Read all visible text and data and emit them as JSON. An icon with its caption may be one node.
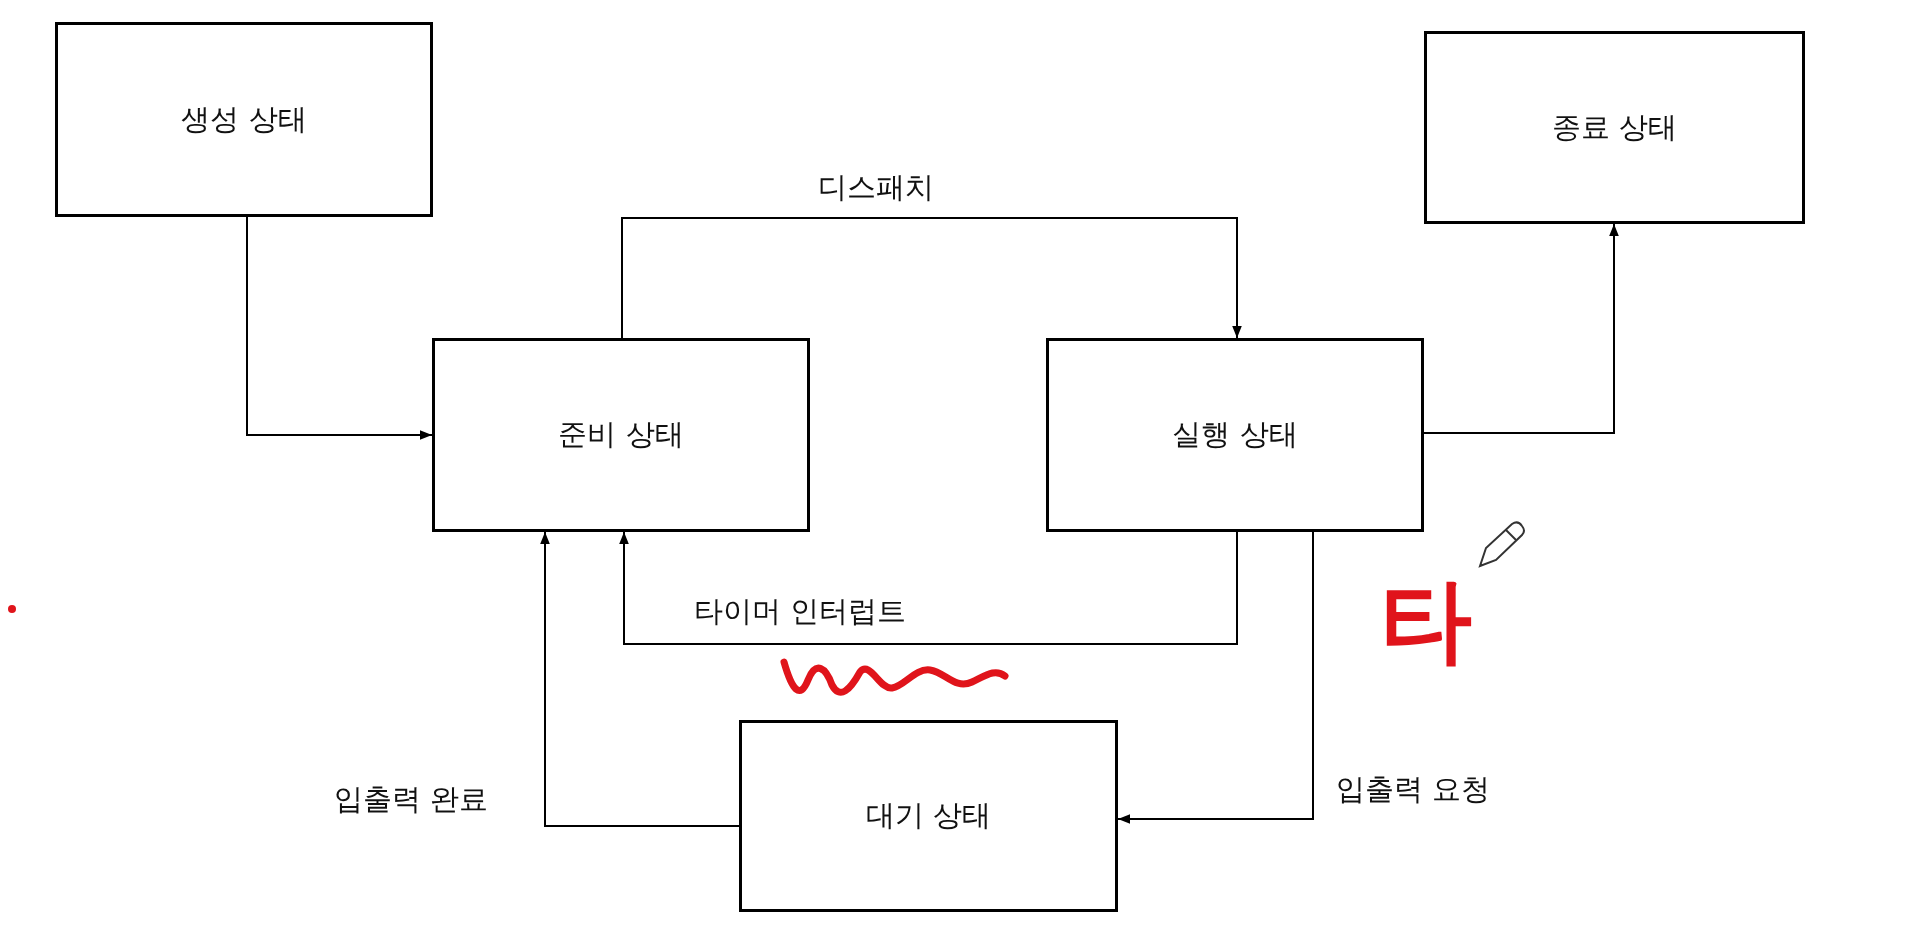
{
  "diagram": {
    "nodes": [
      {
        "text": [
          "생성 상태"
        ]
      },
      {
        "text": [
          "종료 상태"
        ]
      },
      {
        "text": [
          "준비 상태"
        ]
      },
      {
        "text": [
          "실행 상태"
        ]
      },
      {
        "text": [
          "대기 상태"
        ]
      }
    ],
    "edges": [
      {
        "from": 0,
        "to": 2,
        "arrow": "to"
      },
      {
        "from": 2,
        "to": 3,
        "arrow": "to",
        "label": "디스패치"
      },
      {
        "from": 3,
        "to": 1,
        "arrow": "to"
      },
      {
        "from": 3,
        "to": 2,
        "arrow": "to",
        "label": "타이머 인터럽트"
      },
      {
        "from": 3,
        "to": 4,
        "arrow": "to",
        "label": "입출력 요청"
      },
      {
        "from": 4,
        "to": 2,
        "arrow": "to",
        "label": "입출력 완료"
      }
    ],
    "labels": [
      "타"
    ]
  }
}
